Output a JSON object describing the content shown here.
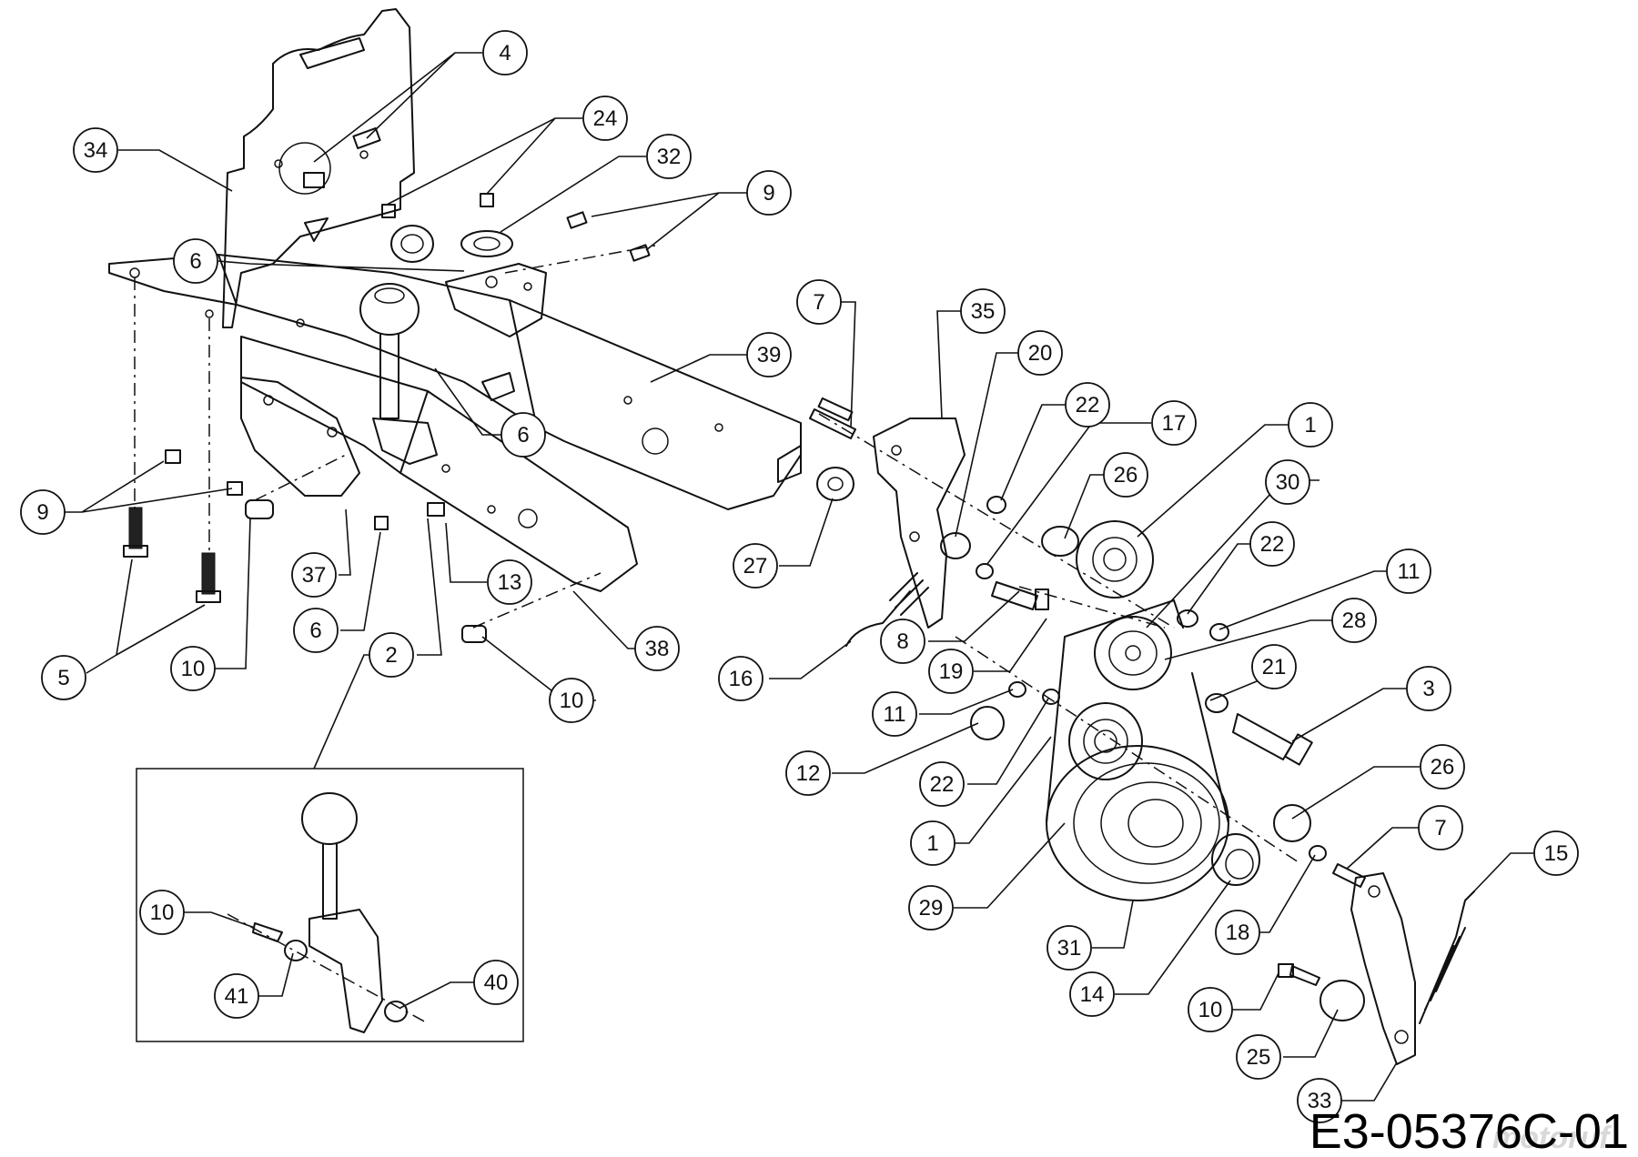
{
  "drawing_code": "E3-05376C-01",
  "watermark": "motoruf",
  "callouts": [
    {
      "id": "c4",
      "label": "4"
    },
    {
      "id": "c34",
      "label": "34"
    },
    {
      "id": "c24",
      "label": "24"
    },
    {
      "id": "c32",
      "label": "32"
    },
    {
      "id": "c9a",
      "label": "9"
    },
    {
      "id": "c6a",
      "label": "6"
    },
    {
      "id": "c7a",
      "label": "7"
    },
    {
      "id": "c35",
      "label": "35"
    },
    {
      "id": "c39",
      "label": "39"
    },
    {
      "id": "c20",
      "label": "20"
    },
    {
      "id": "c22a",
      "label": "22"
    },
    {
      "id": "c17",
      "label": "17"
    },
    {
      "id": "c1a",
      "label": "1"
    },
    {
      "id": "c26a",
      "label": "26"
    },
    {
      "id": "c30",
      "label": "30"
    },
    {
      "id": "c6b",
      "label": "6"
    },
    {
      "id": "c22b",
      "label": "22"
    },
    {
      "id": "c11a",
      "label": "11"
    },
    {
      "id": "c27",
      "label": "27"
    },
    {
      "id": "c9b",
      "label": "9"
    },
    {
      "id": "c37",
      "label": "37"
    },
    {
      "id": "c13",
      "label": "13"
    },
    {
      "id": "c28",
      "label": "28"
    },
    {
      "id": "c8",
      "label": "8"
    },
    {
      "id": "c6c",
      "label": "6"
    },
    {
      "id": "c38",
      "label": "38"
    },
    {
      "id": "c2",
      "label": "2"
    },
    {
      "id": "c5",
      "label": "5"
    },
    {
      "id": "c10a",
      "label": "10"
    },
    {
      "id": "c16",
      "label": "16"
    },
    {
      "id": "c19",
      "label": "19"
    },
    {
      "id": "c21",
      "label": "21"
    },
    {
      "id": "c3",
      "label": "3"
    },
    {
      "id": "c10b",
      "label": "10"
    },
    {
      "id": "c11b",
      "label": "11"
    },
    {
      "id": "c12",
      "label": "12"
    },
    {
      "id": "c22c",
      "label": "22"
    },
    {
      "id": "c26b",
      "label": "26"
    },
    {
      "id": "c7b",
      "label": "7"
    },
    {
      "id": "c15",
      "label": "15"
    },
    {
      "id": "c1b",
      "label": "1"
    },
    {
      "id": "c29",
      "label": "29"
    },
    {
      "id": "c10c",
      "label": "10"
    },
    {
      "id": "c18",
      "label": "18"
    },
    {
      "id": "c31",
      "label": "31"
    },
    {
      "id": "c40",
      "label": "40"
    },
    {
      "id": "c41",
      "label": "41"
    },
    {
      "id": "c14",
      "label": "14"
    },
    {
      "id": "c10d",
      "label": "10"
    },
    {
      "id": "c25",
      "label": "25"
    },
    {
      "id": "c33",
      "label": "33"
    }
  ]
}
